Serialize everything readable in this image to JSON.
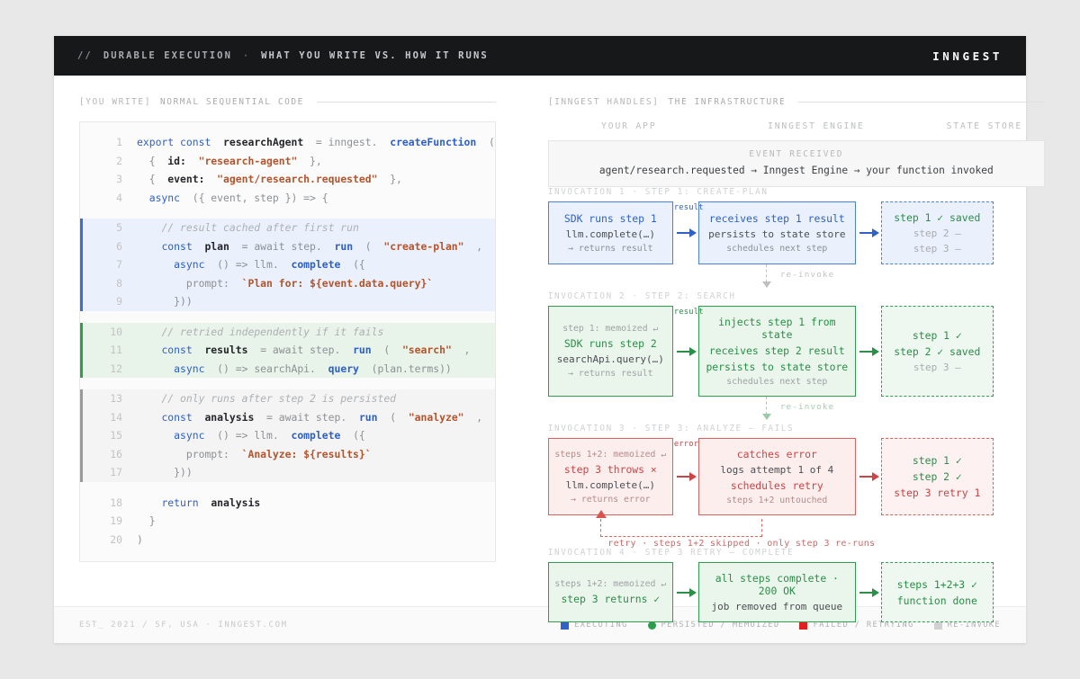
{
  "header": {
    "slash": "//",
    "title": "DURABLE EXECUTION",
    "dot": "·",
    "subtitle": "WHAT YOU WRITE VS. HOW IT RUNS",
    "brand": "INNGEST"
  },
  "left": {
    "label_tag": "[YOU WRITE]",
    "label_text": "NORMAL SEQUENTIAL CODE",
    "code": [
      {
        "n": "1",
        "hl": "none",
        "html": "<span class='kw'>export</span> <span class='kw'>const</span>  <span class='var'>researchAgent</span>  <span class='pl'>=</span> <span class='pl'>inngest.</span>  <span class='fn'>createFunction</span>  <span class='pl'>(</span>"
      },
      {
        "n": "2",
        "hl": "none",
        "html": "  <span class='pl'>{</span>  <span class='var'>id:</span>  <span class='str'>\"research-agent\"</span>  <span class='pl'>},</span>"
      },
      {
        "n": "3",
        "hl": "none",
        "html": "  <span class='pl'>{</span>  <span class='var'>event:</span>  <span class='str'>\"agent/research.requested\"</span>  <span class='pl'>},</span>"
      },
      {
        "n": "4",
        "hl": "none",
        "html": "  <span class='kw'>async</span>  <span class='pl'>({ event, step }) =&gt; {</span>"
      },
      {
        "n": "",
        "hl": "gapper",
        "html": ""
      },
      {
        "n": "5",
        "hl": "blue",
        "html": "    <span class='cmt'>// result cached after first run</span>"
      },
      {
        "n": "6",
        "hl": "blue",
        "html": "    <span class='kw'>const</span>  <span class='var'>plan</span>  <span class='pl'>=</span> <span class='pl'>await</span> <span class='pl'>step.</span>  <span class='fn'>run</span>  <span class='pl'>(</span>  <span class='str'>\"create-plan\"</span>  <span class='pl'>,</span>"
      },
      {
        "n": "7",
        "hl": "blue",
        "html": "      <span class='kw'>async</span>  <span class='pl'>() =&gt; llm.</span>  <span class='fn'>complete</span>  <span class='pl'>({</span>"
      },
      {
        "n": "8",
        "hl": "blue",
        "html": "        <span class='pl'>prompt:</span>  <span class='str'>`Plan for: ${event.data.query}`</span>"
      },
      {
        "n": "9",
        "hl": "blue",
        "html": "      <span class='pl'>}))</span>"
      },
      {
        "n": "",
        "hl": "gapper",
        "html": ""
      },
      {
        "n": "10",
        "hl": "green",
        "html": "    <span class='cmt'>// retried independently if it fails</span>"
      },
      {
        "n": "11",
        "hl": "green",
        "html": "    <span class='kw'>const</span>  <span class='var'>results</span>  <span class='pl'>=</span> <span class='pl'>await</span> <span class='pl'>step.</span>  <span class='fn'>run</span>  <span class='pl'>(</span>  <span class='str'>\"search\"</span>  <span class='pl'>,</span>"
      },
      {
        "n": "12",
        "hl": "green",
        "html": "      <span class='kw'>async</span>  <span class='pl'>() =&gt; searchApi.</span>  <span class='fn'>query</span>  <span class='pl'>(plan.terms))</span>"
      },
      {
        "n": "",
        "hl": "gapper",
        "html": ""
      },
      {
        "n": "13",
        "hl": "gray",
        "html": "    <span class='cmt'>// only runs after step 2 is persisted</span>"
      },
      {
        "n": "14",
        "hl": "gray",
        "html": "    <span class='kw'>const</span>  <span class='var'>analysis</span>  <span class='pl'>=</span> <span class='pl'>await</span> <span class='pl'>step.</span>  <span class='fn'>run</span>  <span class='pl'>(</span>  <span class='str'>\"analyze\"</span>  <span class='pl'>,</span>"
      },
      {
        "n": "15",
        "hl": "gray",
        "html": "      <span class='kw'>async</span>  <span class='pl'>() =&gt; llm.</span>  <span class='fn'>complete</span>  <span class='pl'>({</span>"
      },
      {
        "n": "16",
        "hl": "gray",
        "html": "        <span class='pl'>prompt:</span>  <span class='str'>`Analyze: ${results}`</span>"
      },
      {
        "n": "17",
        "hl": "gray",
        "html": "      <span class='pl'>}))</span>"
      },
      {
        "n": "",
        "hl": "gapper",
        "html": ""
      },
      {
        "n": "18",
        "hl": "none",
        "html": "    <span class='kw'>return</span>  <span class='var'>analysis</span>"
      },
      {
        "n": "19",
        "hl": "none",
        "html": "  <span class='pl'>}</span>"
      },
      {
        "n": "20",
        "hl": "none",
        "html": "<span class='pl'>)</span>"
      }
    ]
  },
  "right": {
    "label_tag": "[INNGEST HANDLES]",
    "label_text": "THE INFRASTRUCTURE",
    "columns": [
      "YOUR APP",
      "INNGEST ENGINE",
      "STATE STORE"
    ],
    "event": {
      "title": "EVENT RECEIVED",
      "detail": "agent/research.requested → Inngest Engine → your function invoked"
    },
    "connector_label": "re-invoke",
    "invocations": [
      {
        "label": "INVOCATION 1 · STEP 1: CREATE-PLAN",
        "theme": "blue",
        "arrow_label": "result",
        "app": [
          {
            "text": "SDK runs step 1",
            "style": "main"
          },
          {
            "text": "llm.complete(…)",
            "style": "sub"
          },
          {
            "text": "→ returns result",
            "style": "dim"
          }
        ],
        "engine": [
          {
            "text": "receives step 1 result",
            "style": "main"
          },
          {
            "text": "persists to state store",
            "style": "sub"
          },
          {
            "text": "schedules next step",
            "style": "dim"
          }
        ],
        "state": [
          {
            "text": "step 1 ✓ saved",
            "style": "ok"
          },
          {
            "text": "step 2 –",
            "style": "dim"
          },
          {
            "text": "step 3 –",
            "style": "dim"
          }
        ]
      },
      {
        "label": "INVOCATION 2 · STEP 2: SEARCH",
        "theme": "green",
        "arrow_label": "result",
        "app": [
          {
            "text": "step 1: memoized ↵",
            "style": "dim"
          },
          {
            "text": "SDK runs step 2",
            "style": "main"
          },
          {
            "text": "searchApi.query(…)",
            "style": "sub"
          },
          {
            "text": "→ returns result",
            "style": "dim"
          }
        ],
        "engine": [
          {
            "text": "injects step 1 from state",
            "style": "main"
          },
          {
            "text": "receives step 2 result",
            "style": "main"
          },
          {
            "text": "persists to state store",
            "style": "main"
          },
          {
            "text": "schedules next step",
            "style": "dim"
          }
        ],
        "state": [
          {
            "text": "step 1 ✓",
            "style": "ok"
          },
          {
            "text": "step 2 ✓ saved",
            "style": "ok"
          },
          {
            "text": "step 3 –",
            "style": "dim"
          }
        ]
      },
      {
        "label": "INVOCATION 3 · STEP 3: ANALYZE — FAILS",
        "theme": "red",
        "arrow_label": "error",
        "app": [
          {
            "text": "steps 1+2: memoized ↵",
            "style": "dim"
          },
          {
            "text": "step 3 throws ×",
            "style": "main"
          },
          {
            "text": "llm.complete(…)",
            "style": "sub"
          },
          {
            "text": "→ returns error",
            "style": "dim"
          }
        ],
        "engine": [
          {
            "text": "catches error",
            "style": "main"
          },
          {
            "text": "logs attempt 1 of 4",
            "style": "sub"
          },
          {
            "text": "schedules retry",
            "style": "main"
          },
          {
            "text": "steps 1+2 untouched",
            "style": "dim"
          }
        ],
        "state": [
          {
            "text": "step 1 ✓",
            "style": "ok"
          },
          {
            "text": "step 2 ✓",
            "style": "ok"
          },
          {
            "text": "step 3 retry 1",
            "style": "main"
          }
        ]
      },
      {
        "label": "INVOCATION 4 · STEP 3 RETRY — COMPLETE",
        "theme": "green",
        "arrow_label": "",
        "app": [
          {
            "text": "steps 1+2: memoized ↵",
            "style": "dim"
          },
          {
            "text": "step 3 returns ✓",
            "style": "main"
          }
        ],
        "engine": [
          {
            "text": "all steps complete · 200 OK",
            "style": "main"
          },
          {
            "text": "job removed from queue",
            "style": "sub"
          }
        ],
        "state": [
          {
            "text": "steps 1+2+3 ✓",
            "style": "ok"
          },
          {
            "text": "function done",
            "style": "ok"
          }
        ]
      }
    ],
    "retry_caption": "retry · steps 1+2 skipped · only step 3 re-runs"
  },
  "footer": {
    "credit": "EST_ 2021 / SF, USA  ·  INNGEST.COM",
    "legend": [
      {
        "label": "EXECUTING",
        "color": "#2f61c6",
        "shape": "square"
      },
      {
        "label": "PERSISTED / MEMOIZED",
        "color": "#2a9e4d",
        "shape": "circle"
      },
      {
        "label": "FAILED / RETRYING",
        "color": "#e02020",
        "shape": "square"
      },
      {
        "label": "RE-INVOKE",
        "color": "#cfd1d3",
        "shape": "square"
      }
    ]
  }
}
